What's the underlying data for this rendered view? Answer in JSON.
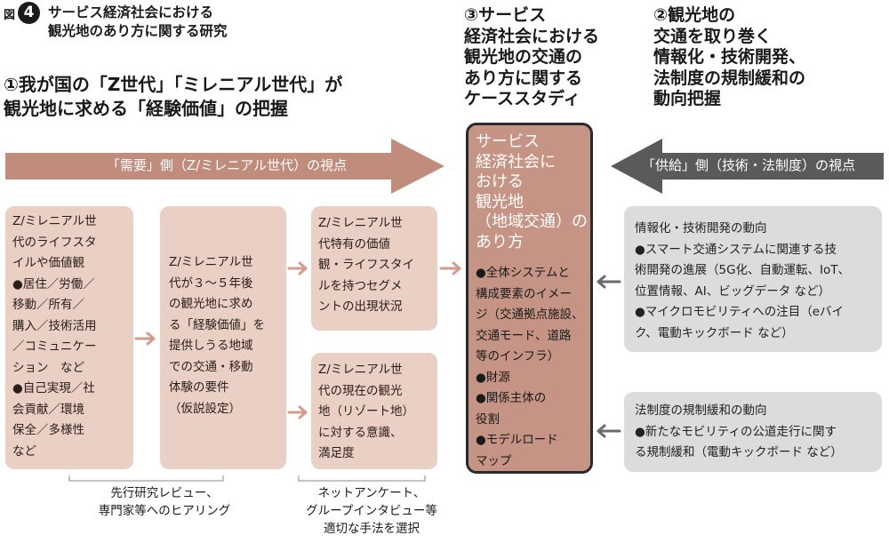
{
  "figure": {
    "label": "図",
    "number": "4",
    "title": "サービス経済社会における\n観光地のあり方に関する研究"
  },
  "headings": {
    "h1": "①我が国の「Z世代」「ミレニアル世代」が\n観光地に求める「経験価値」の把握",
    "h3": "③サービス\n経済社会における\n観光地の交通の\nあり方に関する\nケーススタディ",
    "h2": "②観光地の\n交通を取り巻く\n情報化・技術開発、\n法制度の規制緩和の\n動向把握"
  },
  "arrows": {
    "demand": "「需要」側（Z/ミレニアル世代）の視点",
    "supply": "「供給」側（技術・法制度）の視点"
  },
  "boxes": {
    "b1": "Z/ミレニアル世\n代のライフスタ\nイルや価値観\n●居住／労働／\n移動／所有／\n購入／技術活用\n／コミュニケー\nション　など\n●自己実現／社\n会貢献／環境\n保全／多様性\nなど",
    "b2": "Z/ミレニアル世\n代が３～５年後\nの観光地に求め\nる「経験価値」を\n提供しうる地域\nでの交通・移動\n体験の要件\n（仮説設定）",
    "b3": "Z/ミレニアル世\n代特有の価値\n観・ライフスタイ\nルを持つセグメ\nントの出現状況",
    "b4": "Z/ミレニアル世\n代の現在の観光\n地（リゾート地）\nに対する意識、\n満足度"
  },
  "center": {
    "title": "サービス\n経済社会に\nおける\n観光地\n（地域交通）の\nあり方",
    "body": "●全体システムと\n構成要素のイメー\nジ（交通拠点施設、\n交通モード、道路\n等のインフラ）\n●財源\n●関係主体の\n役割\n●モデルロード\nマップ"
  },
  "grey_boxes": {
    "g1": "情報化・技術開発の動向\n●スマート交通システムに関連する技\n術開発の進展（5G化、自動運転、IoT、\n位置情報、AI、ビッグデータ など）\n●マイクロモビリティへの注目（eバイ\nク、電動キックボード など）",
    "g2": "法制度の規制緩和の動向\n●新たなモビリティの公道走行に関す\nる規制緩和（電動キックボード など）"
  },
  "notes": {
    "n1": "先行研究レビュー、\n専門家等へのヒアリング",
    "n2": "ネットアンケート、\nグループインタビュー等\n適切な手法を選択"
  },
  "colors": {
    "demand_arrow": "#c08c7c",
    "supply_arrow": "#5a5a5a",
    "pink_box": "#e9cfc4",
    "center_box": "#c59484",
    "grey_box": "#dcdcdc",
    "small_arrow_pink": "#d49c8c",
    "small_arrow_grey": "#6a6a6a"
  }
}
